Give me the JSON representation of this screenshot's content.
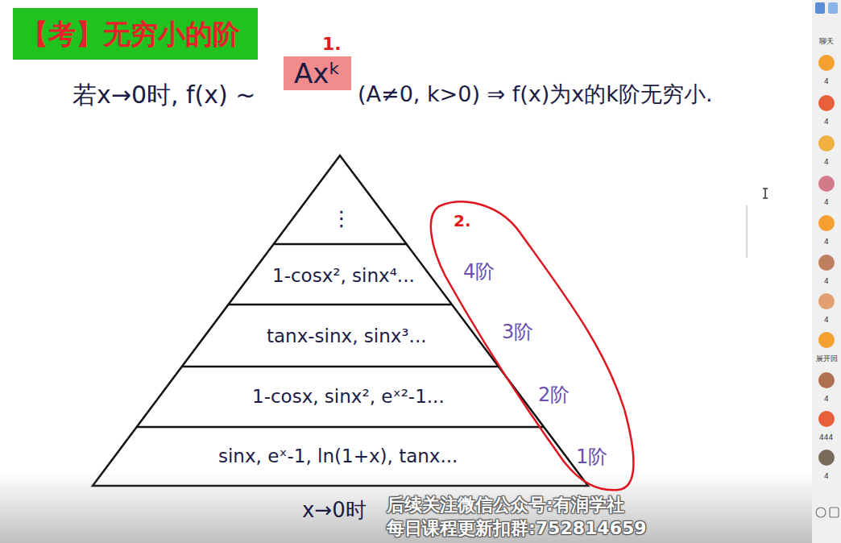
{
  "diagram": {
    "title": "【考】无穷小的阶",
    "nodes": [
      {
        "text": [
          "Axᵏ"
        ]
      },
      {
        "text": [
          "⋮"
        ]
      },
      {
        "text": [
          "1-cosx², sinx⁴..."
        ]
      },
      {
        "text": [
          "tanx-sinx, sinx³..."
        ]
      },
      {
        "text": [
          "1-cosx, sinx², eˣ²-1..."
        ]
      },
      {
        "text": [
          "sinx, eˣ-1, ln(1+x), tanx..."
        ]
      },
      {
        "text": [
          "4阶",
          "3阶",
          "2阶",
          "1阶"
        ]
      }
    ],
    "labels": [
      "若x→0时, f(x) ~",
      "(A≠0, k>0) ⇒ f(x)为x的k阶无穷小.",
      "1.",
      "2.",
      "x→0时",
      "后续关注微信公众号:有润学社",
      "每日课程更新扣群:752814659",
      "聊天",
      "4",
      "4",
      "4",
      "4",
      "4",
      "4",
      "4",
      "展开回",
      "4",
      "444",
      "4"
    ]
  }
}
